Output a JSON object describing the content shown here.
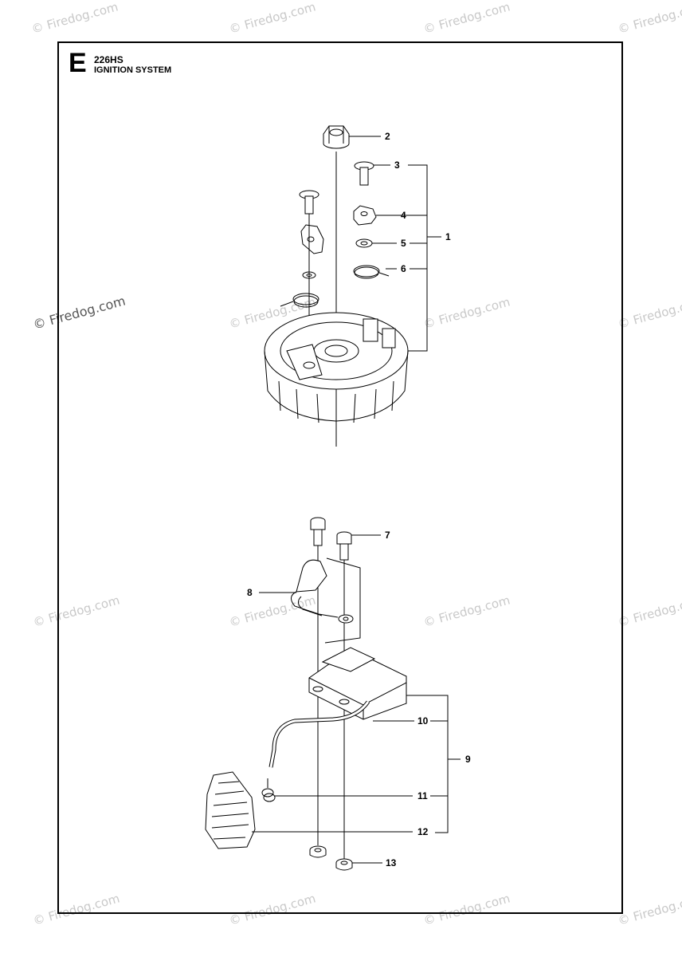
{
  "header": {
    "section_letter": "E",
    "model": "226HS",
    "title": "IGNITION SYSTEM"
  },
  "watermark": {
    "text": "© Firedog.com",
    "color": "#c9c9c9"
  },
  "parts": [
    {
      "number": "1"
    },
    {
      "number": "2"
    },
    {
      "number": "3"
    },
    {
      "number": "4"
    },
    {
      "number": "5"
    },
    {
      "number": "6"
    },
    {
      "number": "7"
    },
    {
      "number": "8"
    },
    {
      "number": "9"
    },
    {
      "number": "10"
    },
    {
      "number": "11"
    },
    {
      "number": "12"
    },
    {
      "number": "13"
    }
  ]
}
